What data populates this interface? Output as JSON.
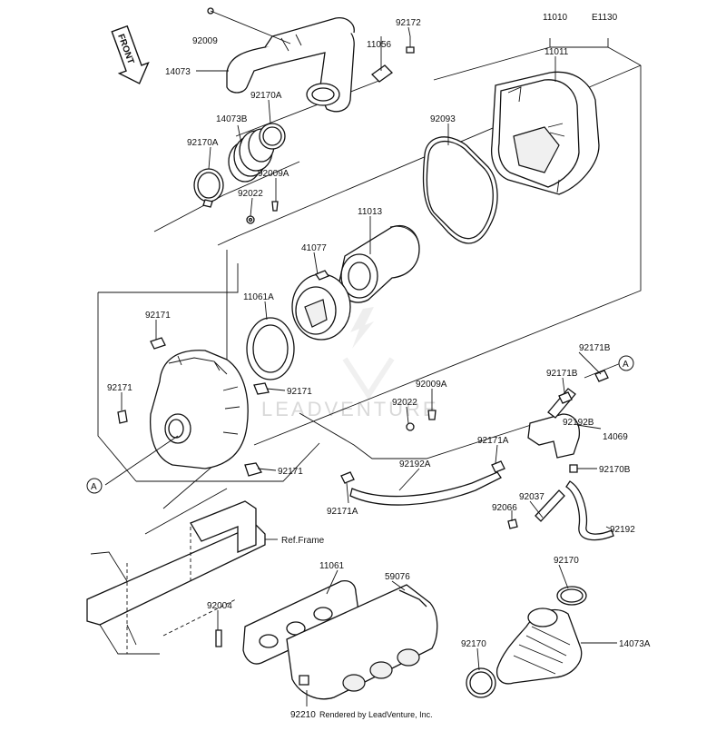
{
  "diagram": {
    "code": "E1130",
    "front_label": "FRONT",
    "watermark": "LEADVENTURE",
    "ref_frame": "Ref.Frame",
    "footer": "Rendered by LeadVenture, Inc.",
    "callout": "A"
  },
  "parts": {
    "p92009_top": "92009",
    "p14073": "14073",
    "p92172": "92172",
    "p11056": "11056",
    "p11010": "11010",
    "p11011": "11011",
    "p92170A_upper": "92170A",
    "p14073B": "14073B",
    "p92170A_left": "92170A",
    "p92009A_upper": "92009A",
    "p92022_upper": "92022",
    "p92093": "92093",
    "p11013": "11013",
    "p41077": "41077",
    "p11061A": "11061A",
    "p92171_a": "92171",
    "p92171_b": "92171",
    "p92171_c": "92171",
    "p92171_d": "92171",
    "p92171B_top": "92171B",
    "p92171B_mid": "92171B",
    "p92192B": "92192B",
    "p92009A_lower": "92009A",
    "p92022_lower": "92022",
    "p14069": "14069",
    "p92171A_right": "92171A",
    "p92192A": "92192A",
    "p92170B": "92170B",
    "p92171A_left": "92171A",
    "p92037": "92037",
    "p92066": "92066",
    "p92192": "92192",
    "p11061": "11061",
    "p59076": "59076",
    "p92004": "92004",
    "p92170_right": "92170",
    "p92170_bottom": "92170",
    "p14073A": "14073A",
    "p92210": "92210"
  }
}
